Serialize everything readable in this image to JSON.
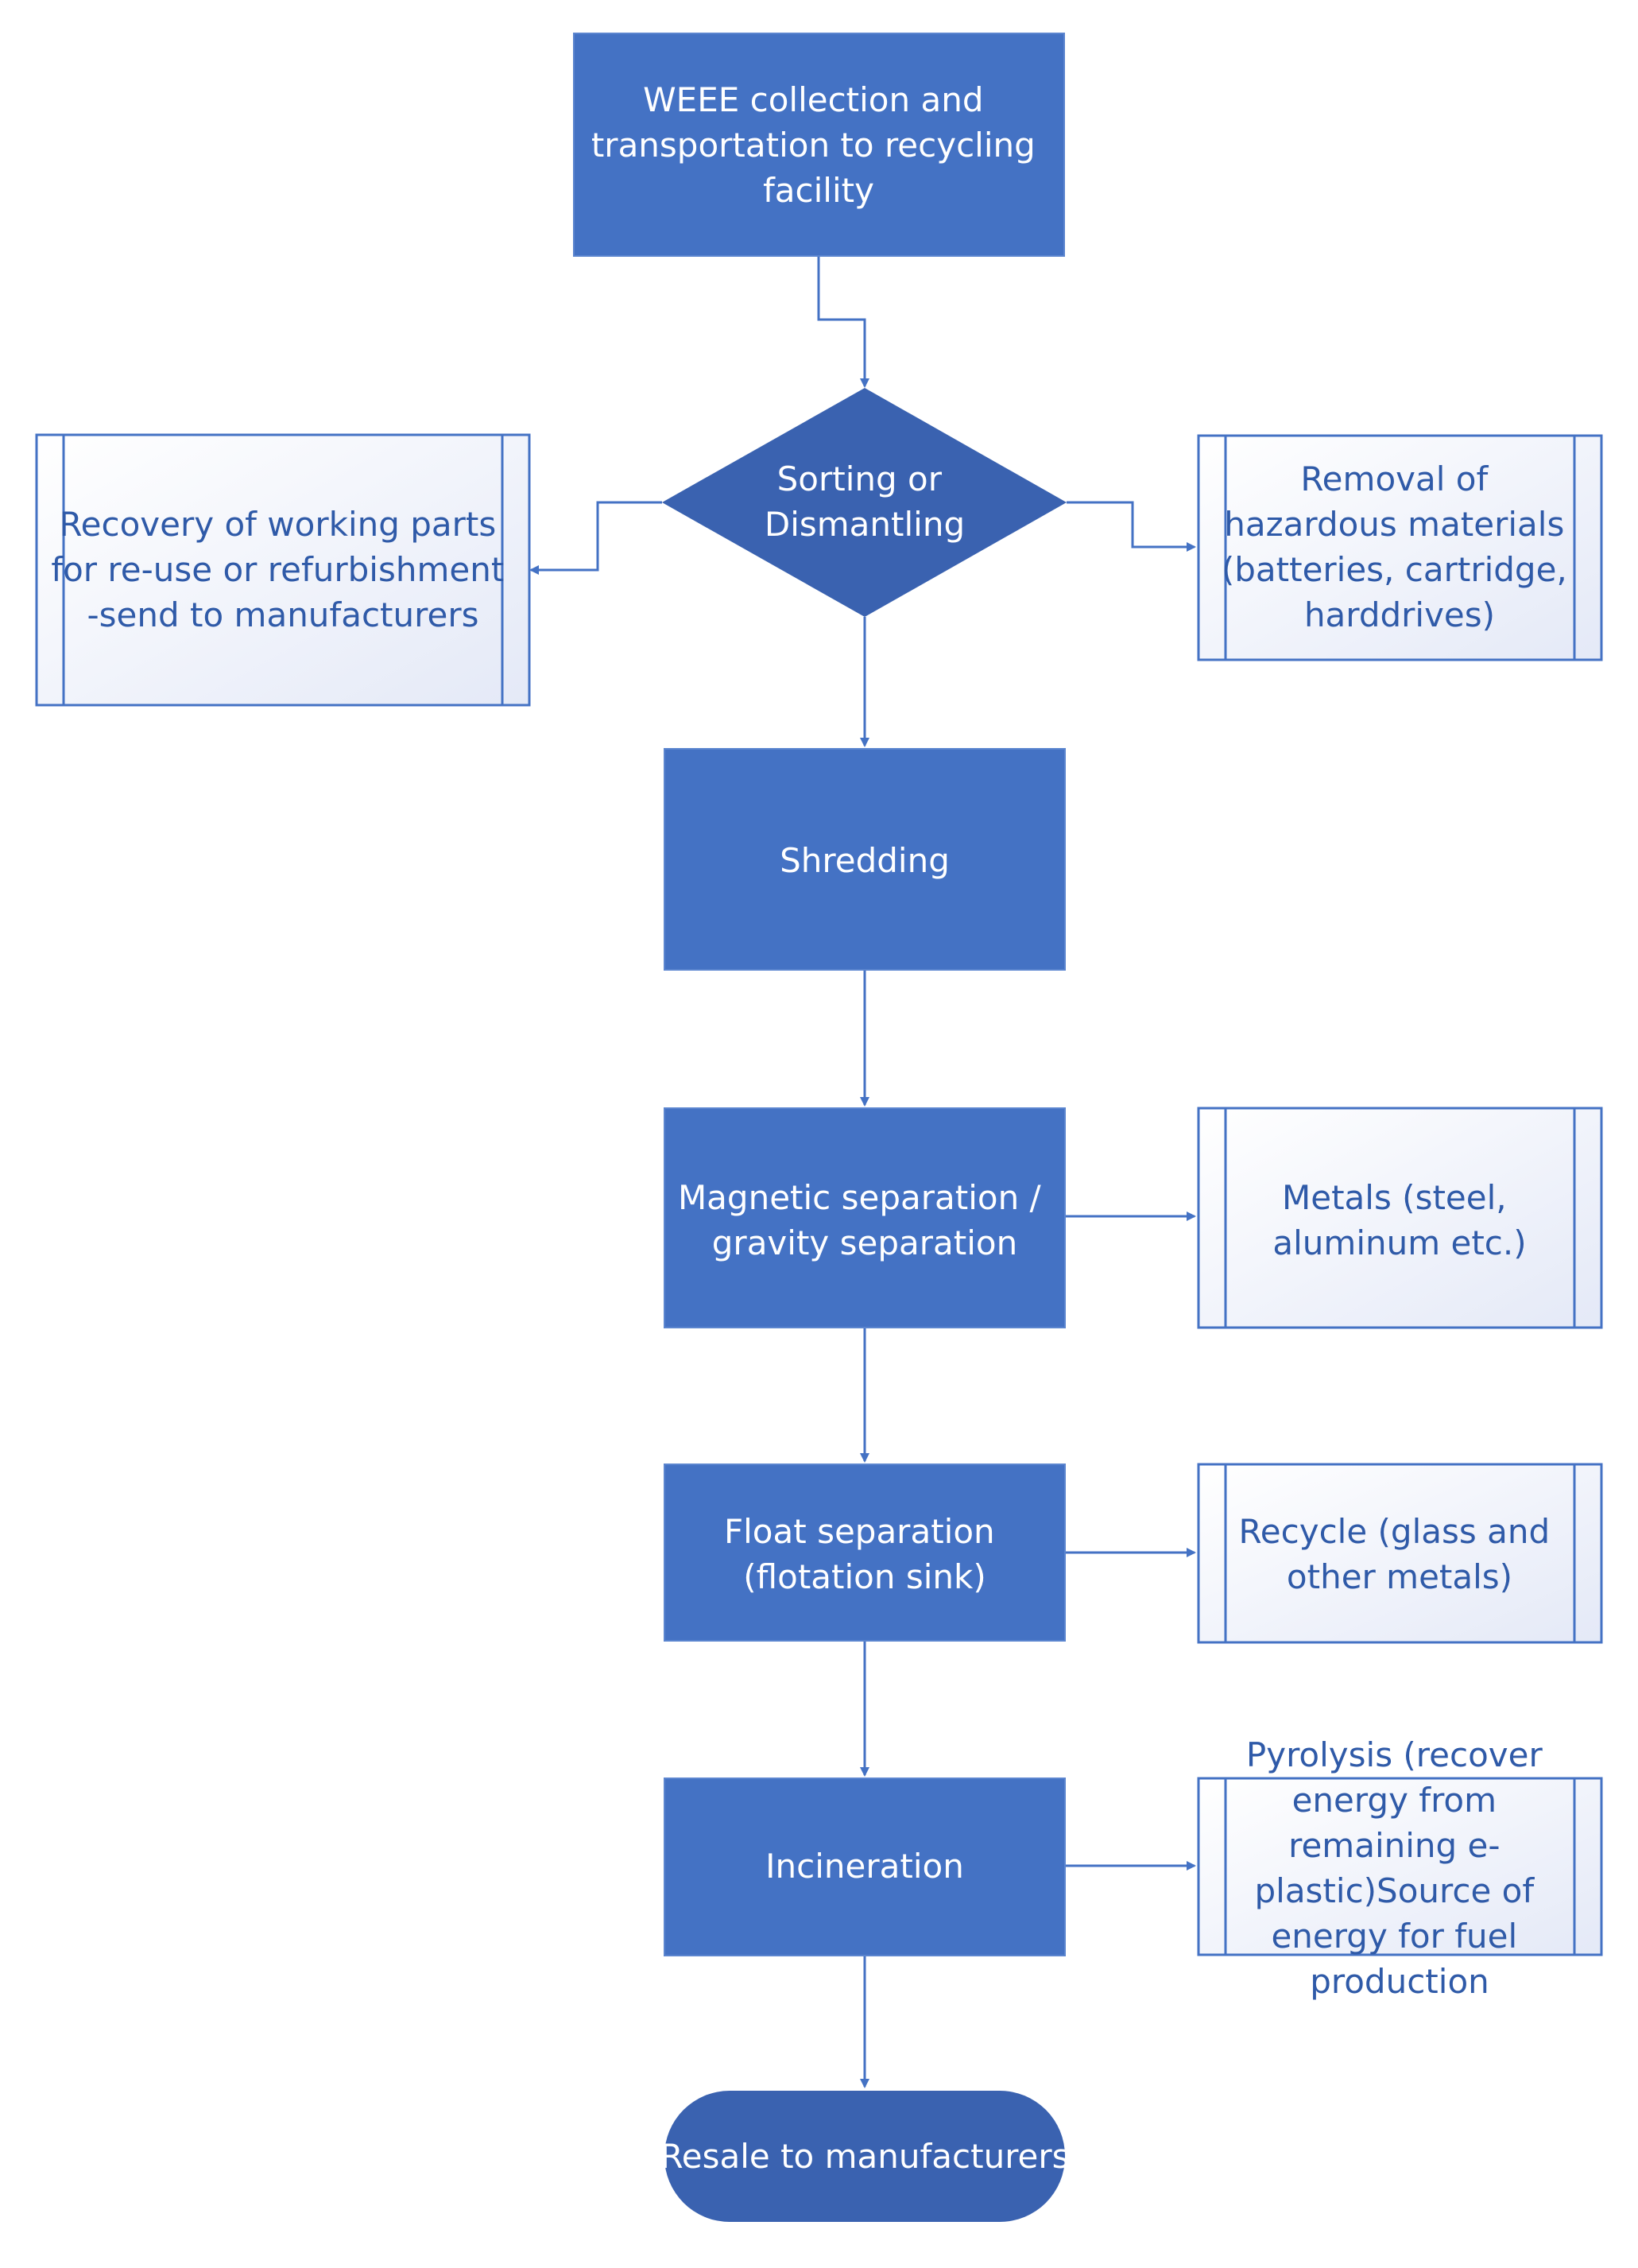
{
  "nodes": {
    "collection": {
      "label": [
        "WEEE collection and",
        "transportation to recycling",
        "facility"
      ]
    },
    "sorting": {
      "label": [
        "Sorting or",
        "Dismantling"
      ]
    },
    "recovery": {
      "label": [
        "Recovery of working parts",
        "for re-use or refurbishment",
        "-send to manufacturers"
      ]
    },
    "hazardous": {
      "label": [
        "Removal of",
        "hazardous materials",
        "(batteries, cartridge,",
        "harddrives)"
      ]
    },
    "shredding": {
      "label": [
        "Shredding"
      ]
    },
    "magnetic": {
      "label": [
        "Magnetic separation /",
        "gravity separation"
      ]
    },
    "metals": {
      "label": [
        "Metals (steel,",
        "aluminum etc.)"
      ]
    },
    "float": {
      "label": [
        "Float separation",
        "(flotation sink)"
      ]
    },
    "recycle": {
      "label": [
        "Recycle (glass and",
        "other metals)"
      ]
    },
    "incineration": {
      "label": [
        "Incineration"
      ]
    },
    "pyrolysis": {
      "label": [
        "Pyrolysis (recover",
        "energy from",
        "remaining e-",
        "plastic)Source of",
        "energy for fuel",
        "production"
      ]
    },
    "resale": {
      "label": [
        "Resale to manufacturers"
      ]
    }
  },
  "colors": {
    "process_fill": "#4472c4",
    "decision_fill": "#3a62b0",
    "terminal_fill": "#3a62b0",
    "subprocess_stroke": "#4472c4",
    "subprocess_text": "#2f5aa8",
    "connector": "#4472c4"
  }
}
